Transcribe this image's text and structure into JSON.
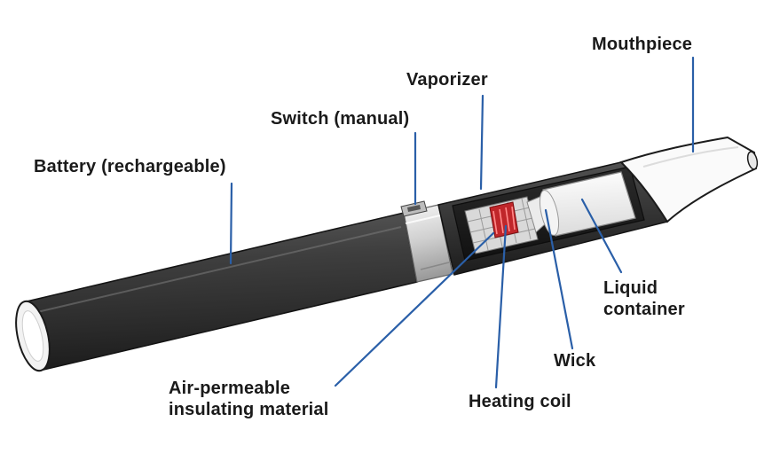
{
  "labels": {
    "mouthpiece": "Mouthpiece",
    "vaporizer": "Vaporizer",
    "switch": "Switch (manual)",
    "battery": "Battery (rechargeable)",
    "liquid_container": [
      "Liquid",
      "container"
    ],
    "wick": "Wick",
    "heating_coil": "Heating coil",
    "insulating_material": [
      "Air-permeable",
      "insulating material"
    ]
  },
  "colors": {
    "leader_line": "#2a5fa8",
    "battery_body": "#3b3b3b",
    "chrome": "#e2e2e2",
    "coil": "#c0262a",
    "mouthpiece": "#fafafa"
  }
}
